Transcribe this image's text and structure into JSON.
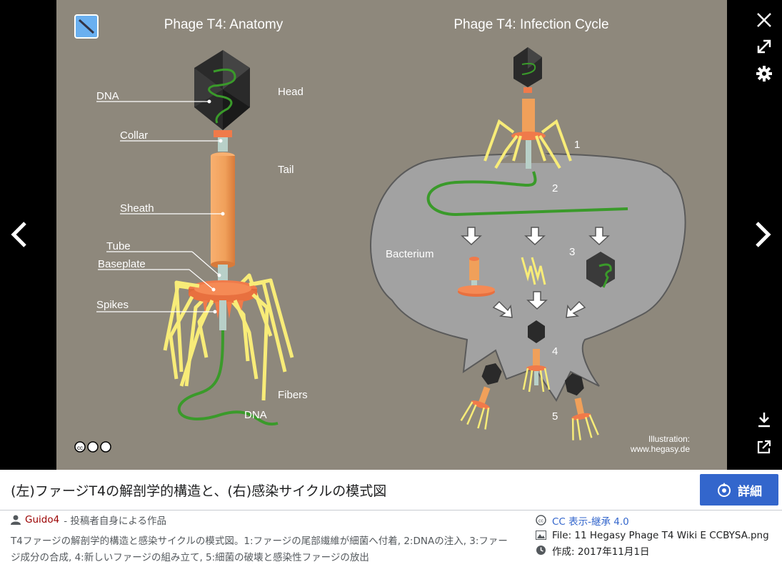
{
  "image": {
    "title_left": "Phage T4: Anatomy",
    "title_right": "Phage T4: Infection Cycle",
    "labels": {
      "dna": "DNA",
      "head": "Head",
      "collar": "Collar",
      "tail": "Tail",
      "sheath": "Sheath",
      "tube": "Tube",
      "baseplate": "Baseplate",
      "spikes": "Spikes",
      "fibers": "Fibers",
      "dna_bottom": "DNA",
      "bacterium": "Bacterium",
      "step1": "1",
      "step2": "2",
      "step3": "3",
      "step4": "4",
      "step5": "5",
      "credit_line1": "Illustration:",
      "credit_line2": "www.hegasy.de"
    },
    "colors": {
      "background": "#8e887c",
      "bacterium": "#a2a2a2",
      "sheath": "#f0a05a",
      "baseplate": "#f07a4a",
      "fibers": "#f8ec78",
      "dna": "#3a9a2a",
      "head": "#2a2a2a"
    }
  },
  "toolbar": {
    "close_icon": "close-icon",
    "expand_icon": "expand-icon",
    "settings_icon": "gear-icon",
    "download_icon": "download-icon",
    "share_icon": "share-icon"
  },
  "panel": {
    "caption": "(左)ファージT4の解剖学的構造と、(右)感染サイクルの模式図",
    "details_label": "詳細",
    "author": "Guido4",
    "author_suffix": "- 投稿者自身による作品",
    "description": "T4ファージの解剖学的構造と感染サイクルの模式図。1:ファージの尾部繊維が細菌へ付着, 2:DNAの注入, 3:ファージ成分の合成, 4:新しいファージの組み立て, 5:細菌の破壊と感染性ファージの放出",
    "license": "CC 表示-継承 4.0",
    "file": "File: 11 Hegasy Phage T4 Wiki E CCBYSA.png",
    "created": "作成: 2017年11月1日"
  }
}
